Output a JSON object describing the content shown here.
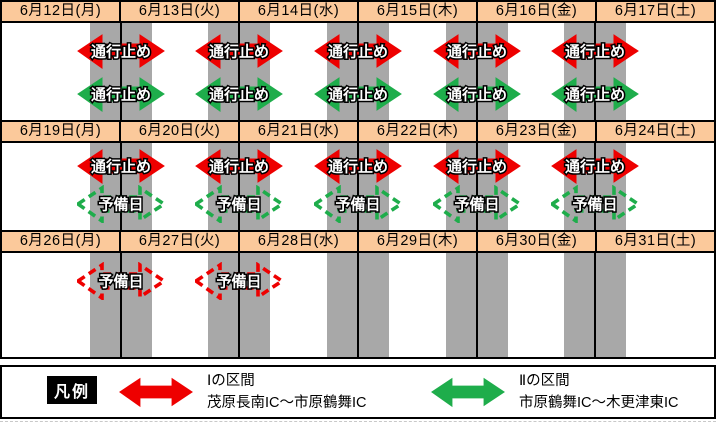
{
  "colors": {
    "red": "#ee0000",
    "green": "#1ead4b",
    "gray": "#a8a8a8",
    "header_bg": "#fbc99b"
  },
  "labels": {
    "closed": "通行止め",
    "reserve": "予備日"
  },
  "calendar": {
    "weeks": [
      {
        "days": [
          "6月12日(月)",
          "6月13日(火)",
          "6月14日(水)",
          "6月15日(木)",
          "6月16日(金)",
          "6月17日(土)"
        ],
        "bars": [
          {
            "arrows": [
              {
                "style": "solid",
                "color": "red",
                "label": "通行止め"
              },
              {
                "style": "solid",
                "color": "green",
                "label": "通行止め"
              }
            ]
          },
          {
            "arrows": [
              {
                "style": "solid",
                "color": "red",
                "label": "通行止め"
              },
              {
                "style": "solid",
                "color": "green",
                "label": "通行止め"
              }
            ]
          },
          {
            "arrows": [
              {
                "style": "solid",
                "color": "red",
                "label": "通行止め"
              },
              {
                "style": "solid",
                "color": "green",
                "label": "通行止め"
              }
            ]
          },
          {
            "arrows": [
              {
                "style": "solid",
                "color": "red",
                "label": "通行止め"
              },
              {
                "style": "solid",
                "color": "green",
                "label": "通行止め"
              }
            ]
          },
          {
            "arrows": [
              {
                "style": "solid",
                "color": "red",
                "label": "通行止め"
              },
              {
                "style": "solid",
                "color": "green",
                "label": "通行止め"
              }
            ]
          }
        ]
      },
      {
        "days": [
          "6月19日(月)",
          "6月20日(火)",
          "6月21日(水)",
          "6月22日(木)",
          "6月23日(金)",
          "6月24日(土)"
        ],
        "bars": [
          {
            "arrows": [
              {
                "style": "solid",
                "color": "red",
                "label": "通行止め"
              },
              {
                "style": "dashed",
                "color": "green",
                "label": "予備日"
              }
            ]
          },
          {
            "arrows": [
              {
                "style": "solid",
                "color": "red",
                "label": "通行止め"
              },
              {
                "style": "dashed",
                "color": "green",
                "label": "予備日"
              }
            ]
          },
          {
            "arrows": [
              {
                "style": "solid",
                "color": "red",
                "label": "通行止め"
              },
              {
                "style": "dashed",
                "color": "green",
                "label": "予備日"
              }
            ]
          },
          {
            "arrows": [
              {
                "style": "solid",
                "color": "red",
                "label": "通行止め"
              },
              {
                "style": "dashed",
                "color": "green",
                "label": "予備日"
              }
            ]
          },
          {
            "arrows": [
              {
                "style": "solid",
                "color": "red",
                "label": "通行止め"
              },
              {
                "style": "dashed",
                "color": "green",
                "label": "予備日"
              }
            ]
          }
        ]
      },
      {
        "days": [
          "6月26日(月)",
          "6月27日(火)",
          "6月28日(水)",
          "6月29日(木)",
          "6月30日(金)",
          "6月31日(土)"
        ],
        "bars": [
          {
            "arrows": [
              {
                "style": "dashed",
                "color": "red",
                "label": "予備日"
              }
            ]
          },
          {
            "arrows": [
              {
                "style": "dashed",
                "color": "red",
                "label": "予備日"
              }
            ]
          },
          {
            "arrows": []
          },
          {
            "arrows": []
          },
          {
            "arrows": []
          }
        ]
      }
    ]
  },
  "legend": {
    "title": "凡例",
    "items": [
      {
        "color": "red",
        "line1": "Ⅰの区間",
        "line2": "茂原長南IC～市原鶴舞IC"
      },
      {
        "color": "green",
        "line1": "Ⅱの区間",
        "line2": "市原鶴舞IC～木更津東IC"
      }
    ]
  }
}
